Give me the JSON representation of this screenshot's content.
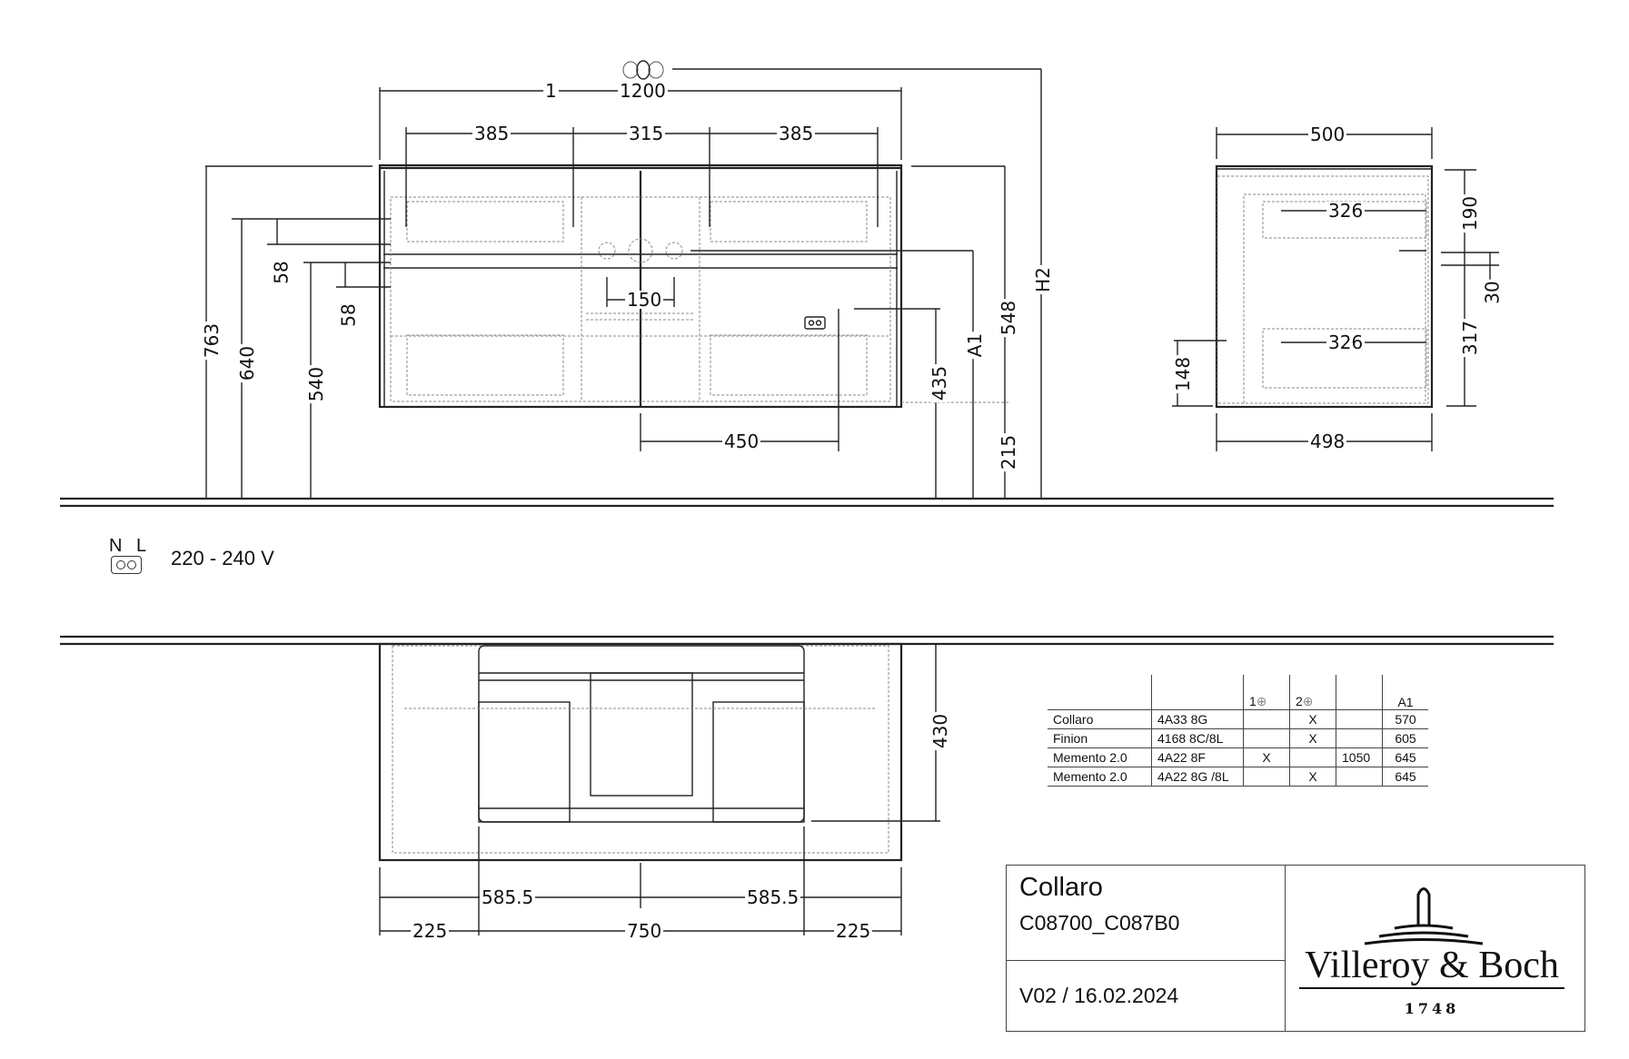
{
  "drawing": {
    "front_view": {
      "connection_label": "1",
      "overall_width": "1200",
      "segments_top": [
        "385",
        "315",
        "385"
      ],
      "left_heights": [
        "763",
        "640",
        "58",
        "540",
        "58"
      ],
      "center_spacing": "150",
      "socket_offset": "450",
      "right_heights": [
        "435",
        "A1",
        "548",
        "215",
        "H2"
      ]
    },
    "side_view": {
      "top_depth": "500",
      "bottom_depth": "498",
      "drawer_depth_upper": "326",
      "drawer_depth_lower": "326",
      "right_heights": [
        "190",
        "30",
        "317"
      ],
      "left_height": "148"
    },
    "electrical": {
      "terminals": [
        "N",
        "L"
      ],
      "voltage": "220 - 240 V"
    },
    "plan_view": {
      "depth": "430",
      "half_widths": [
        "585.5",
        "585.5"
      ],
      "bottom_segments": [
        "225",
        "750",
        "225"
      ]
    }
  },
  "compat_table": {
    "headers": [
      "",
      "",
      "1",
      "2",
      "",
      "A1"
    ],
    "rows": [
      [
        "Collaro",
        "4A33 8G",
        "",
        "X",
        "",
        "570"
      ],
      [
        "Finion",
        "4168 8C/8L",
        "",
        "X",
        "",
        "605"
      ],
      [
        "Memento 2.0",
        "4A22 8F",
        "X",
        "",
        "1050",
        "645"
      ],
      [
        "Memento 2.0",
        "4A22 8G /8L",
        "",
        "X",
        "",
        "645"
      ]
    ]
  },
  "title_block": {
    "product": "Collaro",
    "article": "C08700_C087B0",
    "version": "V02 / 16.02.2024",
    "brand": "Villeroy & Boch",
    "founded": "1748"
  },
  "colors": {
    "line": "#222222",
    "hidden": "#888888",
    "background": "#ffffff"
  }
}
